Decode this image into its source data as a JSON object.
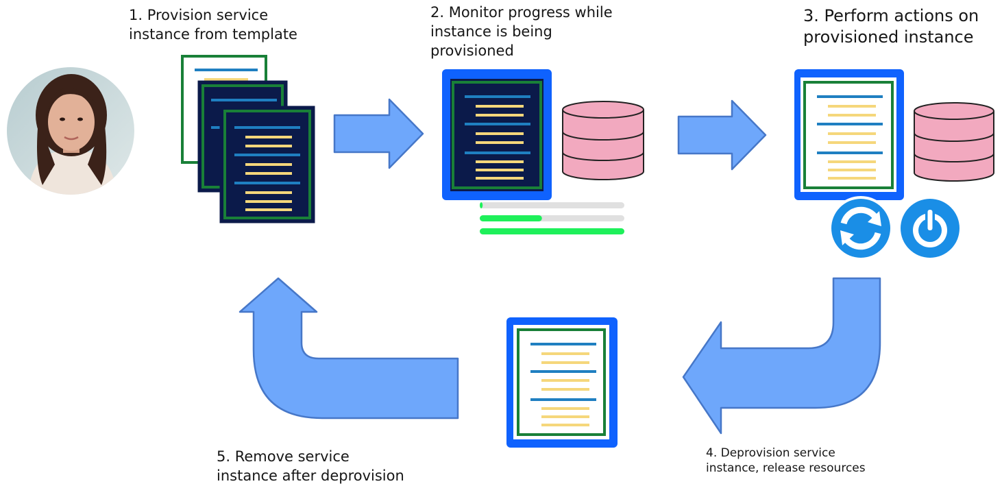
{
  "steps": [
    {
      "text": "1. Provision service\ninstance from template"
    },
    {
      "text": "2. Monitor progress while\ninstance is being\nprovisioned"
    },
    {
      "text": "3. Perform actions on\nprovisioned instance"
    },
    {
      "text": "4. Deprovision service\ninstance, release resources"
    },
    {
      "text": "5. Remove service\ninstance after deprovision"
    }
  ],
  "progress_bars": [
    0.02,
    0.43,
    1.0
  ],
  "icons": [
    "user-avatar",
    "template-documents-icon",
    "instance-document-icon",
    "database-icon",
    "refresh-icon",
    "power-icon",
    "flow-arrow"
  ],
  "colors": {
    "arrow_fill": "#6ea7fb",
    "arrow_stroke": "#4677c8",
    "frame_blue": "#0f62fe",
    "doc_green": "#198038",
    "doc_dark": "#0b1a4a",
    "line_blue": "#1f7fc1",
    "line_yellow": "#f5d77b",
    "db_pink": "#f2a9bf",
    "progress_green": "#1ef05a",
    "progress_track": "#e0e0e0",
    "action_blue": "#1a8ee6"
  }
}
